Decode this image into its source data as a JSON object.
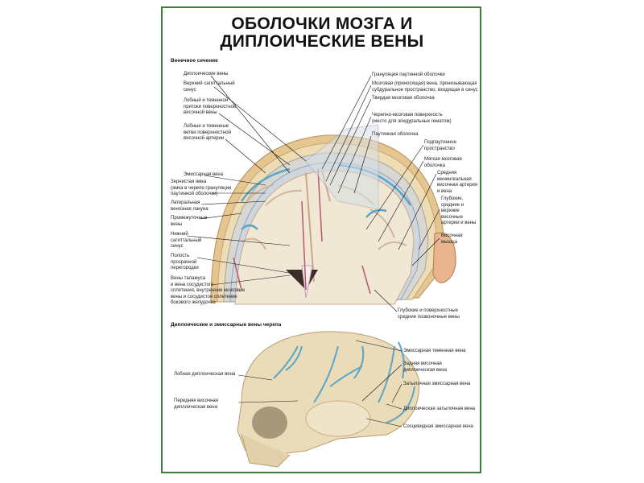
{
  "title": {
    "line1": "ОБОЛОЧКИ МОЗГА И",
    "line2": "ДИПЛОИЧЕСКИЕ ВЕНЫ"
  },
  "coronal_section": {
    "heading": "Венечное сечение",
    "left_labels": [
      "Диплоические вены",
      "Верхний сагиттальный\nсинус",
      "Лобный и теменной\nпритоки поверхностной\nвисочной вены",
      "Лобные и теменные\nветви поверхностной\nвисочной артерии",
      "Эмиссарная вена",
      "Зернистая ямка\n(ямка в черепе грануляции\nпаутинной оболочки)",
      "Латеральная\nвенозная лакуна",
      "Промежуточные\nвены",
      "Нижний\nсагиттальный\nсинус",
      "Полость\nпрозрачной\nперегородки",
      "Вены таламуса\nи вена сосудистого\nсплетения, внутренние мозговые\nвены и сосудистое сплетение\nбокового желудочка"
    ],
    "right_labels": [
      "Грануляция паутинной оболочки",
      "Мозговая (приносящая) вена, пронизывающая\nсубдуральное пространство, входящая в синус",
      "Твердая мозговая оболочка",
      "Черепно-мозговая поверхность\n(место для эпидуральных гематом)",
      "Паутинная оболочка",
      "Подпаутинное\nпространство",
      "Мягкая мозговая\nоболочка",
      "Средняя\nменингеальная\nвисочная артерия\nи вена",
      "Глубокие,\nсредние и\nверхние\nвисочные\nартерии и вены",
      "Височная\nмышца",
      "Глубокие и поверхностные\nсредние позвоночные вены"
    ]
  },
  "skull_view": {
    "heading": "Диплоические и эмиссарные вены черепа",
    "left_labels": [
      "Лобная диплоическая вена",
      "Передняя височная\nдиплоическая вена"
    ],
    "right_labels": [
      "Эмиссарная теменная вена",
      "Задняя височная\nдиплоическая вена",
      "Затылочная эмиссарная вена",
      "Диплоическая затылочная вена",
      "Сосцевидная эмиссарная вена"
    ]
  },
  "colors": {
    "frame": "#3f7d3a",
    "vein": "#5aa6c8",
    "bone": "#e8d6b0",
    "brain": "#efe6d2"
  }
}
